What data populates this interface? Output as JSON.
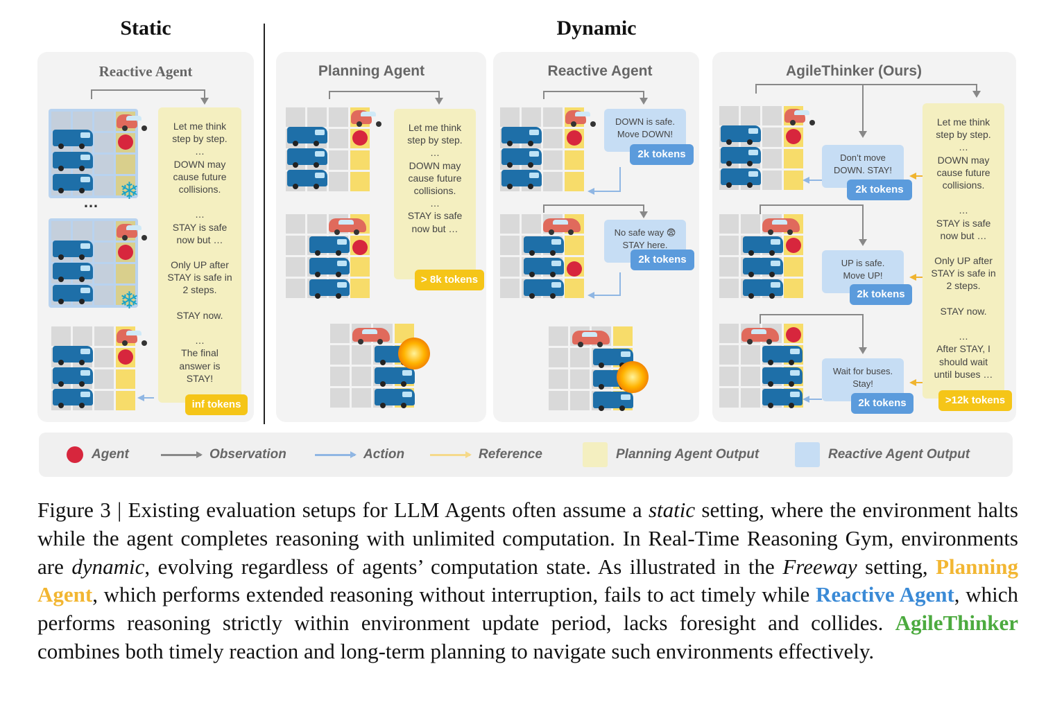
{
  "headings": {
    "static": "Static",
    "dynamic": "Dynamic"
  },
  "panels": {
    "static_reactive": {
      "title": "Reactive Agent",
      "reasoning": "Let me think\nstep by step.\n…\nDOWN may\ncause future\ncollisions.\n\n…\nSTAY is safe\nnow but …\n\nOnly UP after\nSTAY is safe in\n2 steps.\n\nSTAY now.\n\n…\nThe final\nanswer is\nSTAY!",
      "tokens": "inf  tokens",
      "ellipsis": "…"
    },
    "planning": {
      "title": "Planning Agent",
      "reasoning": "Let me think\nstep by step.\n…\nDOWN may\ncause future\ncollisions.\n…\nSTAY is safe\nnow but …",
      "tokens": "> 8k tokens"
    },
    "dynamic_reactive": {
      "title": "Reactive Agent",
      "bubble1": "DOWN is safe.\nMove DOWN!",
      "tokens1": "2k tokens",
      "bubble2": "No safe way 😨\nSTAY here.",
      "tokens2": "2k tokens"
    },
    "agile": {
      "title": "AgileThinker (Ours)",
      "bubble1": "Don’t move\nDOWN. STAY!",
      "tokens1": "2k tokens",
      "bubble2": "UP is safe.\nMove UP!",
      "tokens2": "2k tokens",
      "bubble3": "Wait for buses.\nStay!",
      "tokens3": "2k tokens",
      "reasoning": "Let me think\nstep by step.\n…\nDOWN may\ncause future\ncollisions.\n\n…\nSTAY is safe\nnow but …\n\nOnly UP after\nSTAY is safe in\n2 steps.\n\nSTAY now.\n\n…\nAfter STAY, I\nshould wait\nuntil buses …",
      "tokens_long": ">12k  tokens"
    }
  },
  "legend": {
    "agent": "Agent",
    "observation": "Observation",
    "action": "Action",
    "reference": "Reference",
    "planning_output": "Planning Agent Output",
    "reactive_output": "Reactive Agent Output"
  },
  "colors": {
    "agent": "#d7263d",
    "observation_arrow": "#888888",
    "action_arrow": "#8fb6e3",
    "reference_arrow": "#f0b430",
    "planning_output": "#f4efc0",
    "reactive_output": "#c6ddf4",
    "planning_agent_text": "#f2b632",
    "reactive_agent_text": "#3a8ad6",
    "agilethinker_text": "#4caa3f"
  },
  "caption": {
    "p1": "Figure 3 | Existing evaluation setups for LLM Agents often assume a ",
    "static_word": "static",
    "p2": " setting, where the environment halts while the agent completes reasoning with unlimited computation. In Real-Time Reasoning Gym, environments are ",
    "dynamic_word": "dynamic",
    "p3": ", evolving regardless of agents’ computation state. As illustrated in the ",
    "freeway_word": "Freeway",
    "p4": " setting, ",
    "planning_agent": "Planning Agent",
    "p5": ", which performs extended reasoning without interruption, fails to act timely while ",
    "reactive_agent": "Reactive Agent",
    "p6": ", which performs reasoning strictly within environment update period, lacks foresight and collides. ",
    "agilethinker": "AgileThinker",
    "p7": " combines both timely reaction and long-term planning to navigate such environments effectively."
  }
}
